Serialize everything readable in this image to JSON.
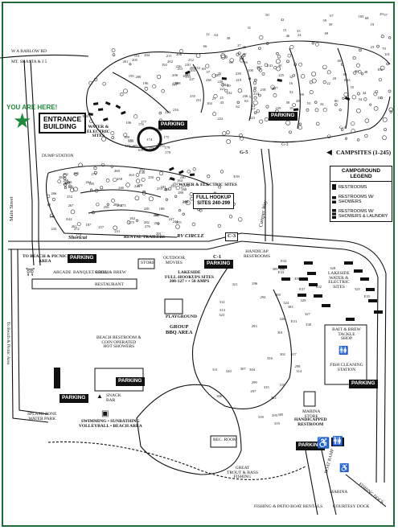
{
  "header": {
    "west_road": "W A BARLOW RD",
    "mt_shasta_road": "MT. SHASTA & I 5",
    "you_are_here": "YOU ARE HERE!",
    "entrance_building": [
      "ENTRANCE",
      "BUILDING"
    ],
    "campsites_range": "CAMPSITES (1-245)"
  },
  "legend": {
    "title": "CAMPGROUND LEGEND",
    "items": [
      {
        "label": "RESTROOMS",
        "icon": "restroom-marker"
      },
      {
        "label": "RESTROOMS W/ SHOWERS",
        "icon": "restroom-shower-marker"
      },
      {
        "label": "RESTROOMS W/ SHOWERS & LAUNDRY",
        "icon": "restroom-shower-laundry-marker"
      }
    ]
  },
  "roads": {
    "main_street": "Main Street",
    "campers_way": "Camper Way",
    "shortcut": "Shortcut",
    "rv_circle": "RV CIRCLE",
    "to_beach": "To Beach & Picnic Area"
  },
  "areas": {
    "dump_station": "DUMP STATION",
    "water_electric_sites_upper": [
      "WATER &",
      "ELECTRIC",
      "SITES"
    ],
    "water_electric_sites_mid": "WATER & ELECTRIC SITES",
    "full_hookup_sites": [
      "FULL HOOKUP",
      "SITES 240-299"
    ],
    "rental_trailers": "RENTAL TRAILERS",
    "beach_picnic_area": [
      "TO BEACH & PICNIC",
      "AREA"
    ],
    "arcade": "ARCADE",
    "banquet_room": "BANQUET ROOM",
    "grill_brew": "GRILL & BREW",
    "restaurant": "RESTAURANT",
    "store": "STORE",
    "outdoor_movies": [
      "OUTDOOR",
      "MOVIES"
    ],
    "lakeside_full_hookups": [
      "LAKESIDE",
      "FULL-HOOKUPS SITES",
      "300-127 • + 50 AMPS"
    ],
    "playground": "PLAYGROUND",
    "group_bbq": [
      "GROUP",
      "BBQ AREA"
    ],
    "beach_restroom": [
      "BEACH RESTROOM &",
      "COIN OPERATED",
      "HOT SHOWERS"
    ],
    "splash_zone": [
      "SPLASH ZONE",
      "WATER PARK"
    ],
    "snack_bar": [
      "SNACK",
      "BAR"
    ],
    "swimming_beach": [
      "SWIMMING • SUNBATHING",
      "VOLLEYBALL • BEACH AREA"
    ],
    "rec_room": "REC. ROOM",
    "handicap_restrooms": [
      "HANDICAP",
      "RESTROOMS"
    ],
    "lakeside_water_electric": [
      "LAKESIDE",
      "WATER &",
      "ELECTRIC",
      "SITES"
    ],
    "bait_tackle": [
      "BAIT & BREW",
      "TACKLE",
      "SHOP"
    ],
    "fish_cleaning": [
      "FISH CLEANING",
      "STATION"
    ],
    "handicapped_restroom": [
      "HANDICAPPED",
      "RESTROOM"
    ],
    "marina_store": [
      "MARINA",
      "STORE"
    ],
    "great_trout": [
      "GREAT",
      "TROUT & BASS",
      "FISHING"
    ],
    "fishing_patio": "FISHING & PATIO BOAT RENTALS",
    "marina": "MARINA",
    "courtesy_dock": "COURTESY DOCK",
    "boat_ramp": "BOAT RAMP",
    "fishing_dock": "FISHING DOCK"
  },
  "parking_labels": [
    "PARKING",
    "PARKING",
    "PARKING",
    "PARKING",
    "PARKING",
    "PARKING",
    "PARKING",
    "PARKING"
  ],
  "road_markers": [
    "G-5",
    "C-3",
    "C-1",
    "G-4",
    "G-3"
  ],
  "site_numbers": [
    "191",
    "192",
    "193",
    "194",
    "195",
    "196",
    "197",
    "198",
    "200",
    "201",
    "202",
    "203",
    "204",
    "205",
    "206",
    "207",
    "208",
    "209",
    "210",
    "211",
    "212",
    "215",
    "216",
    "217",
    "218",
    "219",
    "220",
    "221",
    "222",
    "223",
    "224",
    "225",
    "226",
    "227",
    "228",
    "229",
    "230",
    "231",
    "232",
    "233",
    "234",
    "235",
    "236",
    "237",
    "238",
    "239",
    "12",
    "14",
    "15",
    "16",
    "17",
    "18",
    "19",
    "20",
    "21",
    "22",
    "23",
    "24",
    "25",
    "26",
    "27",
    "28",
    "29",
    "30",
    "31",
    "32",
    "33",
    "34",
    "35",
    "36",
    "37",
    "38",
    "39",
    "40",
    "41",
    "42",
    "43",
    "44",
    "45",
    "46",
    "47",
    "48",
    "49",
    "50",
    "51",
    "52",
    "53",
    "54",
    "55",
    "56",
    "57",
    "58",
    "59",
    "60",
    "61",
    "62",
    "63",
    "64",
    "65",
    "66",
    "67",
    "68",
    "69",
    "70",
    "80",
    "90",
    "100",
    "101",
    "102",
    "103",
    "104",
    "105",
    "106",
    "107",
    "108",
    "109",
    "110",
    "111",
    "170",
    "171",
    "172",
    "173",
    "174",
    "175",
    "176",
    "177",
    "178",
    "179",
    "180",
    "181",
    "182",
    "183",
    "184",
    "185",
    "186",
    "187",
    "188",
    "240",
    "241",
    "242",
    "243",
    "244",
    "245",
    "246",
    "247",
    "248",
    "249",
    "250",
    "251",
    "252",
    "253",
    "254",
    "255",
    "256",
    "257",
    "258",
    "259",
    "260",
    "261",
    "262",
    "263",
    "264",
    "265",
    "266",
    "267",
    "268",
    "269",
    "270",
    "271",
    "272",
    "273",
    "274",
    "275",
    "276",
    "277",
    "278",
    "279",
    "280",
    "281",
    "282",
    "283",
    "284",
    "285",
    "286",
    "287",
    "288",
    "289",
    "290",
    "291",
    "292",
    "293",
    "294",
    "295",
    "296",
    "297",
    "298",
    "299",
    "300",
    "301",
    "302",
    "303",
    "304",
    "305",
    "306",
    "307",
    "308",
    "309",
    "310",
    "311",
    "312",
    "313",
    "314",
    "315",
    "316",
    "317",
    "318",
    "319",
    "320",
    "321",
    "322",
    "323",
    "324",
    "325",
    "326",
    "327",
    "328",
    "329",
    "330",
    "E30",
    "E31",
    "E32",
    "E33",
    "E34",
    "E35",
    "E36",
    "E37",
    "E38",
    "E39",
    "E40",
    "E41",
    "E42",
    "E43",
    "E44"
  ],
  "colors": {
    "frame": "#1f6b3a",
    "you_are_here": "#1f8a3a",
    "ink": "#111111",
    "paper": "#ffffff"
  }
}
